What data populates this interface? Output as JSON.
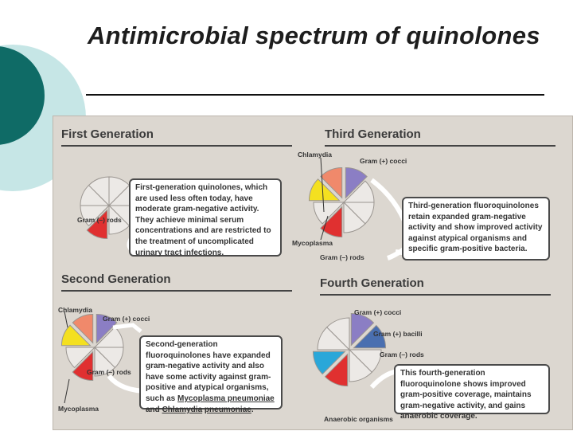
{
  "title": "Antimicrobial spectrum of quinolones",
  "colors": {
    "teal_dark": "#0f6b66",
    "teal_light": "#c6e6e6",
    "panel": "#dcd7d0",
    "gram_neg_rods": "#e03030",
    "gram_pos_cocci": "#8b7ec4",
    "chlamydia": "#f0896b",
    "mycoplasma": "#f4e020",
    "gram_pos_bacilli": "#4a6fb0",
    "anaerobic": "#2aa7d9",
    "inactive": "#ece9e6"
  },
  "panels": [
    {
      "heading": "First Generation",
      "labels": {
        "gram_neg_rods": "Gram (–) rods"
      },
      "description": "First-generation quinolones, which are used less often today, have moderate gram-negative activity. They achieve minimal serum concentrations and are restricted to the treatment of uncomplicated urinary tract infections."
    },
    {
      "heading": "Third Generation",
      "labels": {
        "chlamydia": "Chlamydia",
        "gram_pos_cocci": "Gram (+) cocci",
        "mycoplasma": "Mycoplasma",
        "gram_neg_rods": "Gram (–) rods"
      },
      "description": "Third-generation fluoroquinolones retain expanded gram-negative activity and show improved activity against atypical organisms and specific gram-positive bacteria."
    },
    {
      "heading": "Second Generation",
      "labels": {
        "chlamydia": "Chlamydia",
        "gram_pos_cocci": "Gram (+) cocci",
        "gram_neg_rods": "Gram (–) rods",
        "mycoplasma": "Mycoplasma"
      },
      "description_parts": {
        "lead": "Second-generation fluoroquinolones have expanded gram-negative activity and also have some activity against gram-positive and atypical organisms, such as ",
        "org1": "Mycoplasma pneumoniae",
        "mid": " and ",
        "org2": "Chlamydia",
        "org2b": "pneumoniae",
        "end": "."
      }
    },
    {
      "heading": "Fourth Generation",
      "labels": {
        "gram_pos_cocci": "Gram (+) cocci",
        "gram_pos_bacilli": "Gram (+) bacilli",
        "gram_neg_rods": "Gram (–) rods",
        "anaerobic": "Anaerobic organisms"
      },
      "description": "This fourth-generation fluoroquinolone shows improved gram-positive coverage, maintains gram-negative activity, and gains anaerobic coverage."
    }
  ]
}
